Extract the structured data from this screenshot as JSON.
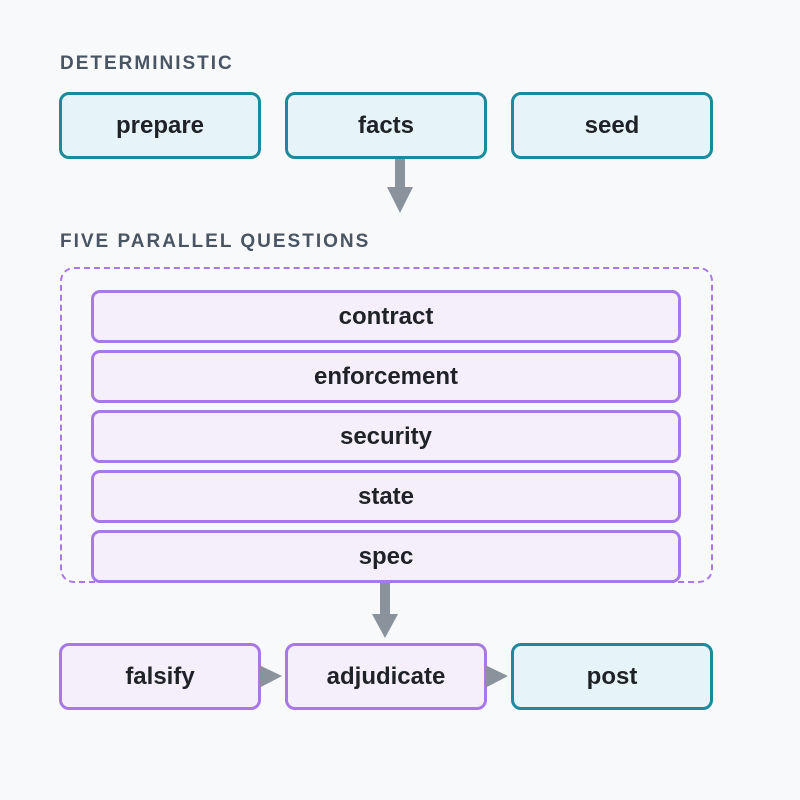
{
  "sections": {
    "deterministic_label": "DETERMINISTIC",
    "parallel_label": "FIVE PARALLEL QUESTIONS"
  },
  "deterministic": {
    "steps": [
      "prepare",
      "facts",
      "seed"
    ]
  },
  "parallel_questions": {
    "items": [
      "contract",
      "enforcement",
      "security",
      "state",
      "spec"
    ]
  },
  "final": {
    "steps": [
      "falsify",
      "adjudicate",
      "post"
    ]
  },
  "colors": {
    "teal_border": "#1a8a9c",
    "teal_fill": "#e6f4fa",
    "purple_border": "#a878e6",
    "purple_fill": "#f4effb",
    "arrow": "#8a929c"
  }
}
